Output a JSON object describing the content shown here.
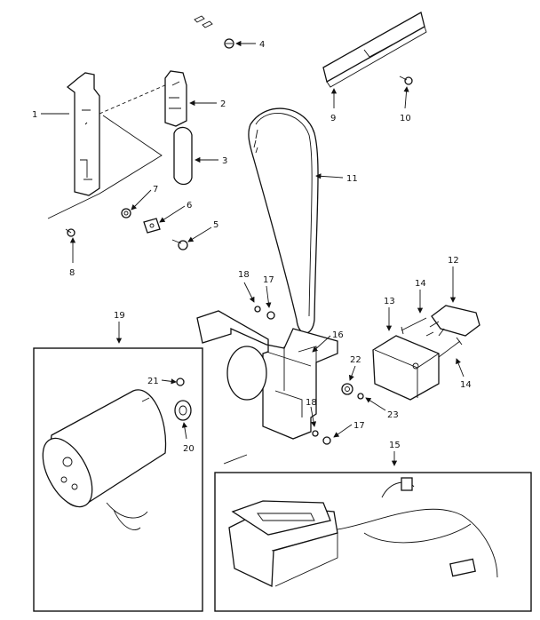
{
  "callouts": {
    "c1": "1",
    "c2": "2",
    "c3": "3",
    "c4": "4",
    "c5": "5",
    "c6": "6",
    "c7": "7",
    "c8": "8",
    "c9": "9",
    "c10": "10",
    "c11": "11",
    "c12": "12",
    "c13": "13",
    "c14a": "14",
    "c14b": "14",
    "c15": "15",
    "c16": "16",
    "c17a": "17",
    "c17b": "17",
    "c18a": "18",
    "c18b": "18",
    "c19": "19",
    "c20": "20",
    "c21": "21",
    "c22": "22",
    "c23": "23"
  }
}
